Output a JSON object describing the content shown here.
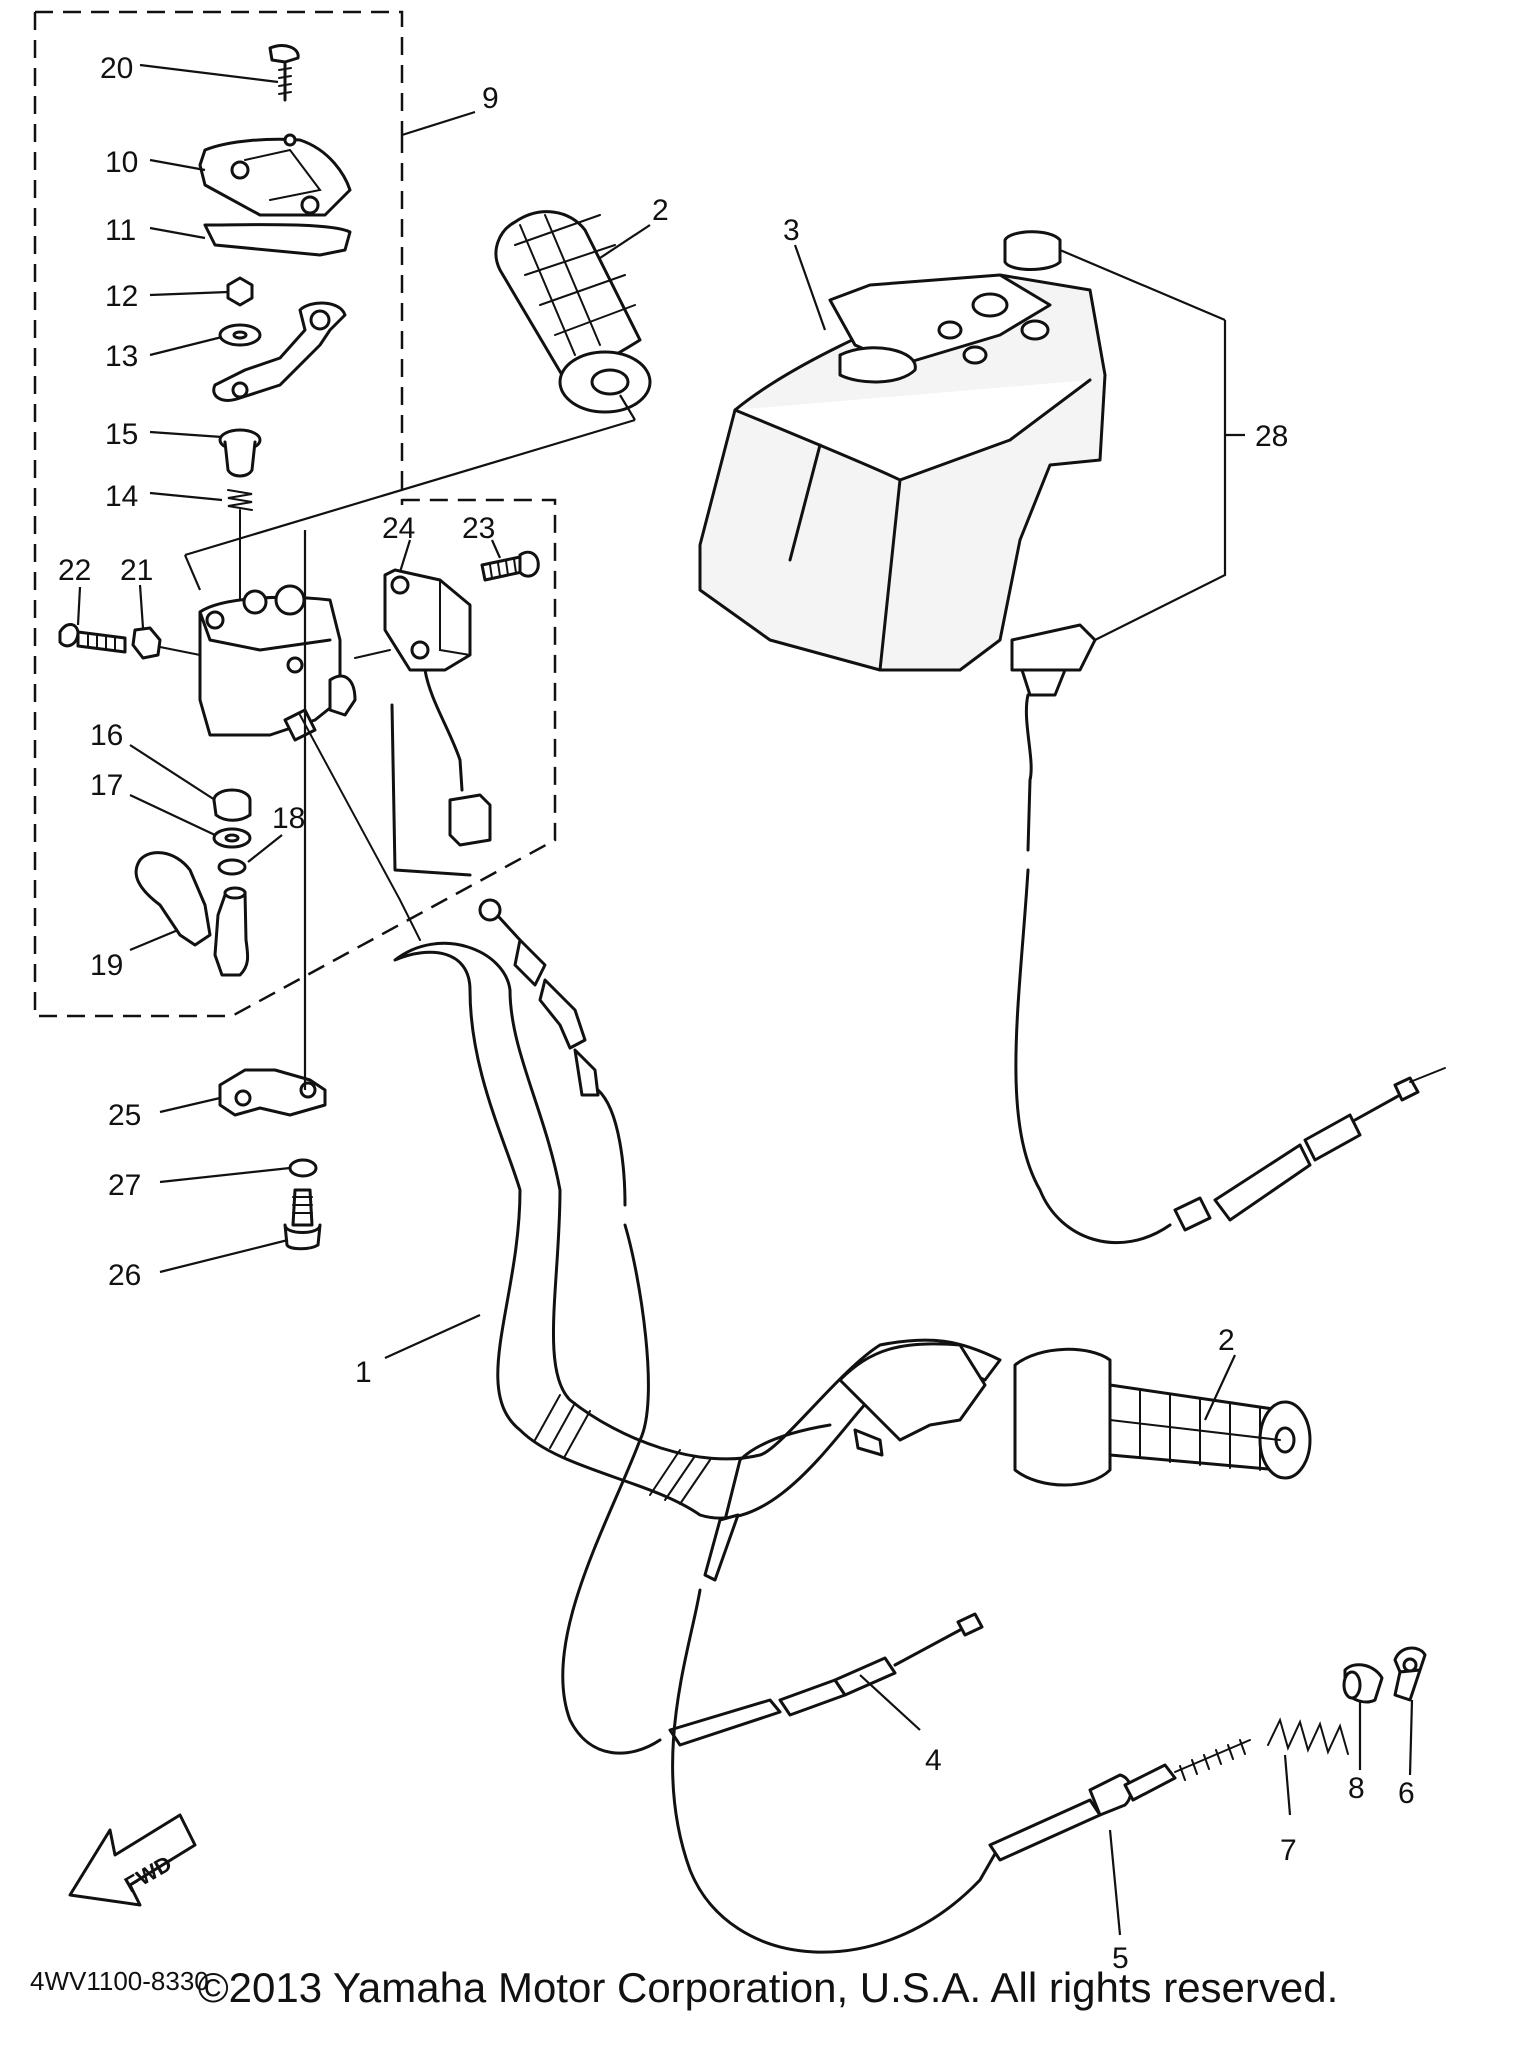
{
  "diagram": {
    "part_code": "4WV1100-8330",
    "fwd_label": "FWD",
    "callouts": {
      "c1": "1",
      "c2a": "2",
      "c2b": "2",
      "c3": "3",
      "c4": "4",
      "c5": "5",
      "c6": "6",
      "c7": "7",
      "c8": "8",
      "c9": "9",
      "c10": "10",
      "c11": "11",
      "c12": "12",
      "c13": "13",
      "c14": "14",
      "c15": "15",
      "c16": "16",
      "c17": "17",
      "c18": "18",
      "c19": "19",
      "c20": "20",
      "c21": "21",
      "c22": "22",
      "c23": "23",
      "c24": "24",
      "c25": "25",
      "c26": "26",
      "c27": "27",
      "c28": "28"
    }
  },
  "footer": {
    "copyright": "©2013 Yamaha Motor Corporation, U.S.A. All rights reserved."
  }
}
